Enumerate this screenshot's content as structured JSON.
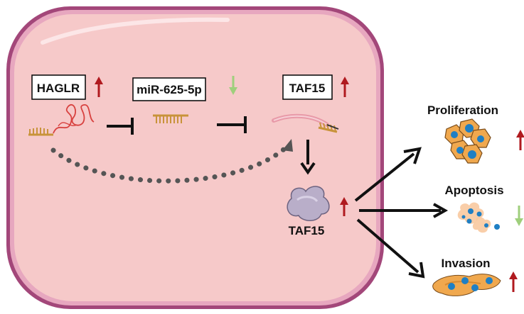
{
  "cell": {
    "labels": {
      "haglr": "HAGLR",
      "mirna": "miR-625-5p",
      "taf15_gene": "TAF15",
      "taf15_protein": "TAF15"
    },
    "regulation": {
      "haglr": "up",
      "mirna": "down",
      "taf15_gene": "up",
      "taf15_protein": "up"
    }
  },
  "outcomes": [
    {
      "label": "Proliferation",
      "direction": "up"
    },
    {
      "label": "Apoptosis",
      "direction": "down"
    },
    {
      "label": "Invasion",
      "direction": "up"
    }
  ],
  "colors": {
    "cell_fill": "#f6c9c9",
    "cell_border": "#a3477a",
    "arrow_up": "#b01a1f",
    "arrow_down": "#9fcf7c",
    "rna_strand": "#c8933a",
    "protein": "#b9aec9",
    "cell_orange": "#f0a84e",
    "nucleus_blue": "#1f7fc4",
    "dotted_arrow": "#555555"
  }
}
